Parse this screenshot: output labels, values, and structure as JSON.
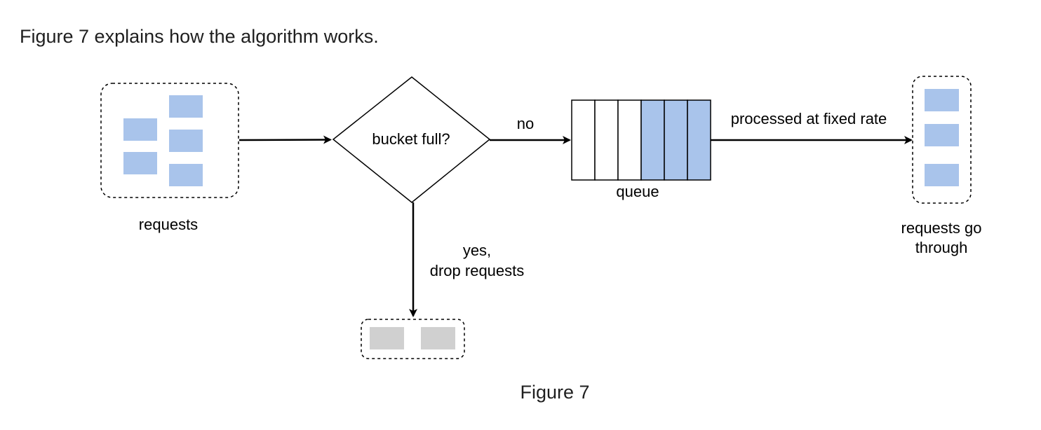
{
  "intro_text": "Figure 7 explains how the algorithm works.",
  "caption": "Figure 7",
  "diagram": {
    "requests_label": "requests",
    "decision_label": "bucket full?",
    "no_label": "no",
    "yes_label_line1": "yes,",
    "yes_label_line2": "drop requests",
    "queue_label": "queue",
    "processed_label": "processed at fixed rate",
    "output_label_line1": "requests go",
    "output_label_line2": "through"
  },
  "colors": {
    "request_block": "#a9c4eb",
    "dropped_block": "#d0d0d0",
    "line": "#000000"
  }
}
